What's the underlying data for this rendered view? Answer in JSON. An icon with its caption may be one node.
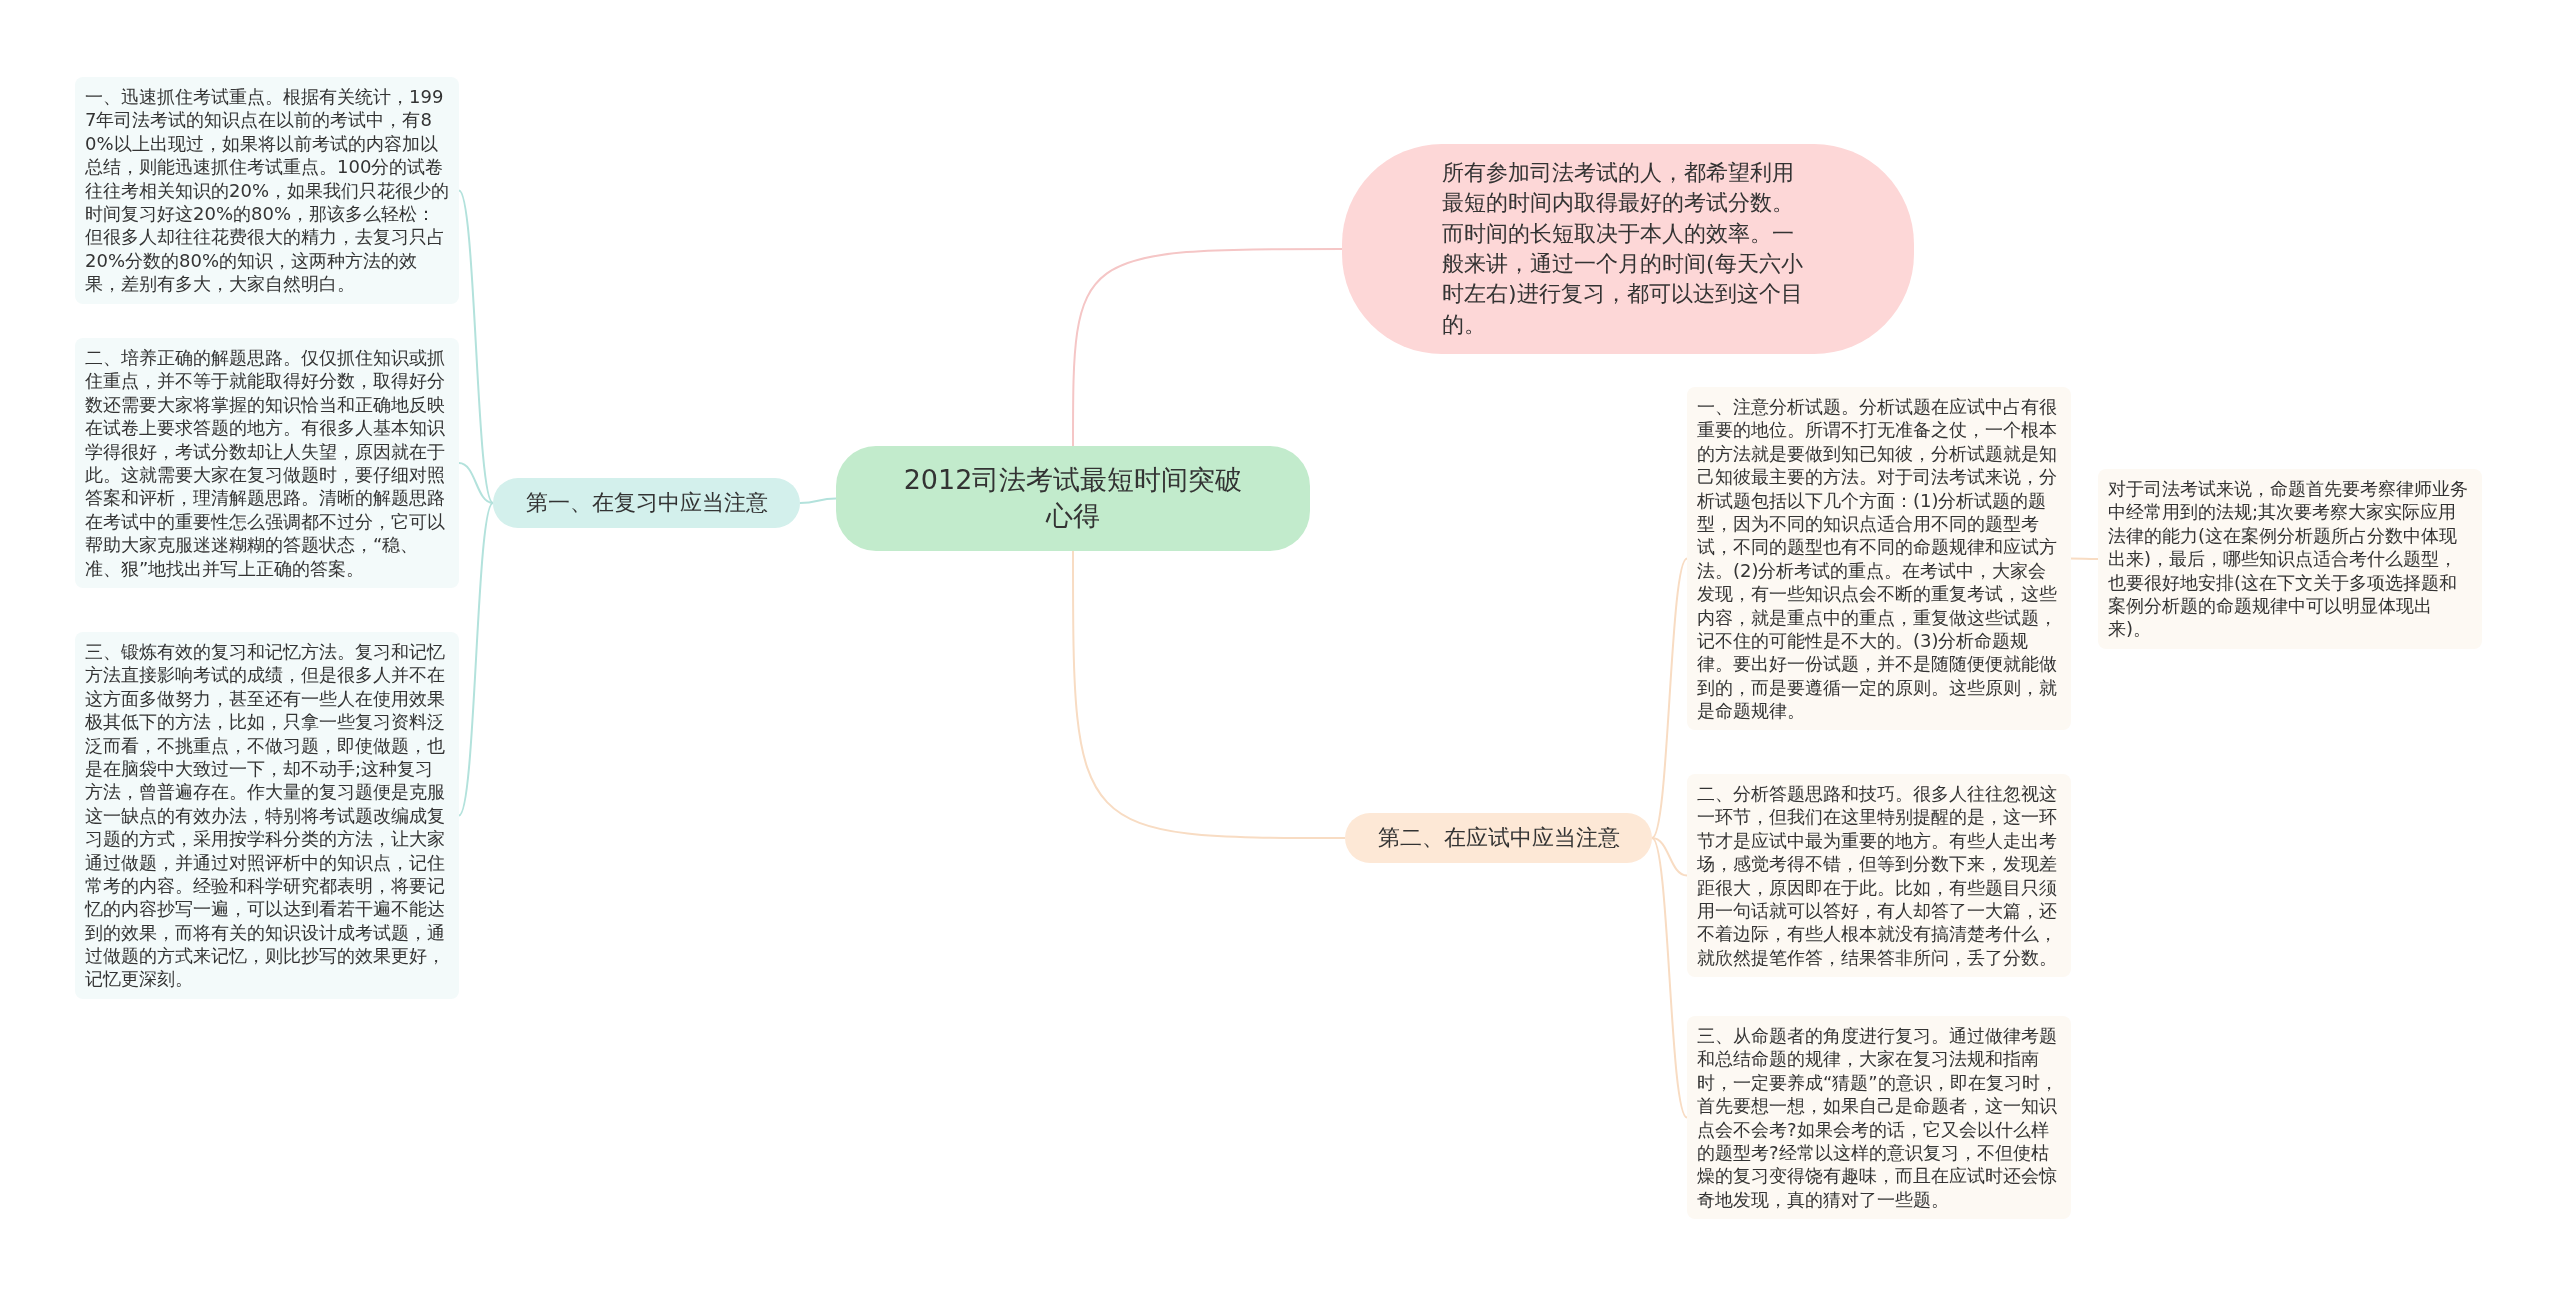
{
  "diagram": {
    "nodes": [
      {
        "text": [
          "2012司法考试最短时间突破心得"
        ]
      },
      {
        "text": [
          "所有参加司法考试的人，都希望利用最短的时间内取得最好的考试分数。而时间的长短取决于本人的效率。一般来讲，通过一个月的时间(每天六小时左右)进行复习，都可以达到这个目的。"
        ]
      },
      {
        "text": [
          "第一、在复习中应当注意"
        ]
      },
      {
        "text": [
          "一、迅速抓住考试重点。根据有关统计，1997年司法考试的知识点在以前的考试中，有80%以上出现过，如果将以前考试的内容加以总结，则能迅速抓住考试重点。100分的试卷往往考相关知识的20%，如果我们只花很少的时间复习好这20%的80%，那该多么轻松：但很多人却往往花费很大的精力，去复习只占20%分数的80%的知识，这两种方法的效果，差别有多大，大家自然明白。"
        ]
      },
      {
        "text": [
          "二、培养正确的解题思路。仅仅抓住知识或抓住重点，并不等于就能取得好分数，取得好分数还需要大家将掌握的知识恰当和正确地反映在试卷上要求答题的地方。有很多人基本知识学得很好，考试分数却让人失望，原因就在于此。这就需要大家在复习做题时，要仔细对照答案和评析，理清解题思路。清晰的解题思路在考试中的重要性怎么强调都不过分，它可以帮助大家克服迷迷糊糊的答题状态，“稳、准、狠”地找出并写上正确的答案。"
        ]
      },
      {
        "text": [
          "三、锻炼有效的复习和记忆方法。复习和记忆方法直接影响考试的成绩，但是很多人并不在这方面多做努力，甚至还有一些人在使用效果极其低下的方法，比如，只拿一些复习资料泛泛而看，不挑重点，不做习题，即使做题，也是在脑袋中大致过一下，却不动手;这种复习方法，曾普遍存在。作大量的复习题便是克服这一缺点的有效办法，特别将考试题改编成复习题的方式，采用按学科分类的方法，让大家通过做题，并通过对照评析中的知识点，记住常考的内容。经验和科学研究都表明，将要记忆的内容抄写一遍，可以达到看若干遍不能达到的效果，而将有关的知识设计成考试题，通过做题的方式来记忆，则比抄写的效果更好，记忆更深刻。"
        ]
      },
      {
        "text": [
          "第二、在应试中应当注意"
        ]
      },
      {
        "text": [
          "一、注意分析试题。分析试题在应试中占有很重要的地位。所谓不打无准备之仗，一个根本的方法就是要做到知已知彼，分析试题就是知己知彼最主要的方法。对于司法考试来说，分析试题包括以下几个方面：(1)分析试题的题型，因为不同的知识点适合用不同的题型考试，不同的题型也有不同的命题规律和应试方法。(2)分析考试的重点。在考试中，大家会发现，有一些知识点会不断的重复考试，这些内容，就是重点中的重点，重复做这些试题，记不住的可能性是不大的。(3)分析命题规律。要出好一份试题，并不是随随便便就能做到的，而是要遵循一定的原则。这些原则，就是命题规律。"
        ]
      },
      {
        "text": [
          "二、分析答题思路和技巧。很多人往往忽视这一环节，但我们在这里特别提醒的是，这一环节才是应试中最为重要的地方。有些人走出考场，感觉考得不错，但等到分数下来，发现差距很大，原因即在于此。比如，有些题目只须用一句话就可以答好，有人却答了一大篇，还不着边际，有些人根本就没有搞清楚考什么，就欣然提笔作答，结果答非所问，丢了分数。"
        ]
      },
      {
        "text": [
          "三、从命题者的角度进行复习。通过做律考题和总结命题的规律，大家在复习法规和指南时，一定要养成“猜题”的意识，即在复习时，首先要想一想，如果自己是命题者，这一知识点会不会考?如果会考的话，它又会以什么样的题型考?经常以这样的意识复习，不但使枯燥的复习变得饶有趣味，而且在应试时还会惊奇地发现，真的猜对了一些题。"
        ]
      },
      {
        "text": [
          "对于司法考试来说，命题首先要考察律师业务中经常用到的法规;其次要考察大家实际应用法律的能力(这在案例分析题所占分数中体现出来)，最后，哪些知识点适合考什么题型，也要很好地安排(这在下文关于多项选择题和案例分析题的命题规律中可以明显体现出来)。"
        ]
      }
    ],
    "edges": [
      {
        "from": 0,
        "to": 1,
        "arrow": "none",
        "color": "#f5c6c6"
      },
      {
        "from": 0,
        "to": 2,
        "arrow": "none",
        "color": "#b3e2dc"
      },
      {
        "from": 2,
        "to": 3,
        "arrow": "none",
        "color": "#b3e2dc"
      },
      {
        "from": 2,
        "to": 4,
        "arrow": "none",
        "color": "#b3e2dc"
      },
      {
        "from": 2,
        "to": 5,
        "arrow": "none",
        "color": "#b3e2dc"
      },
      {
        "from": 0,
        "to": 6,
        "arrow": "none"
      },
      {
        "from": 6,
        "to": 7,
        "arrow": "none"
      },
      {
        "from": 6,
        "to": 8,
        "arrow": "none"
      },
      {
        "from": 6,
        "to": 9,
        "arrow": "none"
      },
      {
        "from": 7,
        "to": 10,
        "arrow": "none"
      }
    ]
  }
}
